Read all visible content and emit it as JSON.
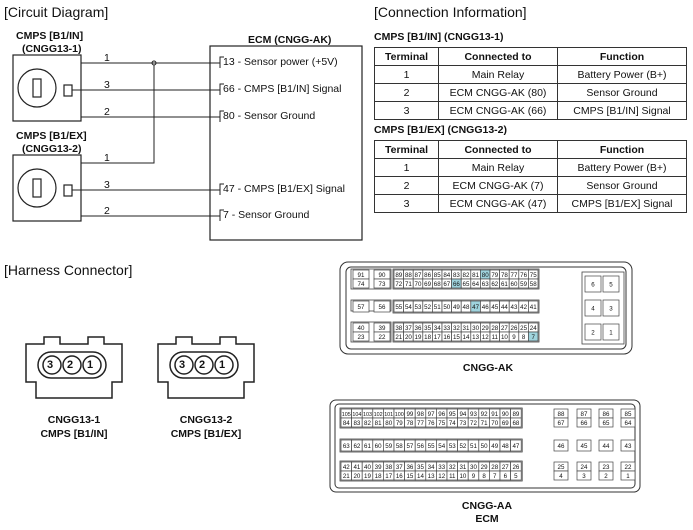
{
  "headings": {
    "circuit": "[Circuit Diagram]",
    "connection": "[Connection Information]",
    "harness": "[Harness Connector]"
  },
  "circuit": {
    "sensor1_name": "CMPS [B1/IN]",
    "sensor1_code": "(CNGG13-1)",
    "sensor2_name": "CMPS [B1/EX]",
    "sensor2_code": "(CNGG13-2)",
    "ecm_title": "ECM (CNGG-AK)",
    "s1_pins": [
      "1",
      "3",
      "2"
    ],
    "s2_pins": [
      "1",
      "3",
      "2"
    ],
    "ecm_signals": [
      "13 - Sensor power (+5V)",
      "66 - CMPS [B1/IN] Signal",
      "80 - Sensor Ground",
      "47 - CMPS [B1/EX] Signal",
      "7 - Sensor Ground"
    ]
  },
  "tables": [
    {
      "title": "CMPS [B1/IN] (CNGG13-1)",
      "headers": [
        "Terminal",
        "Connected to",
        "Function"
      ],
      "rows": [
        [
          "1",
          "Main Relay",
          "Battery Power (B+)"
        ],
        [
          "2",
          "ECM CNGG-AK (80)",
          "Sensor Ground"
        ],
        [
          "3",
          "ECM CNGG-AK (66)",
          "CMPS [B1/IN] Signal"
        ]
      ]
    },
    {
      "title": "CMPS [B1/EX] (CNGG13-2)",
      "headers": [
        "Terminal",
        "Connected to",
        "Function"
      ],
      "rows": [
        [
          "1",
          "Main Relay",
          "Battery Power (B+)"
        ],
        [
          "2",
          "ECM CNGG-AK (7)",
          "Sensor Ground"
        ],
        [
          "3",
          "ECM CNGG-AK (47)",
          "CMPS [B1/EX] Signal"
        ]
      ]
    }
  ],
  "harness": {
    "conn1_pins": [
      "3",
      "2",
      "1"
    ],
    "conn1_code": "CNGG13-1",
    "conn1_name": "CMPS [B1/IN]",
    "conn2_pins": [
      "3",
      "2",
      "1"
    ],
    "conn2_code": "CNGG13-2",
    "conn2_name": "CMPS [B1/EX]",
    "ak": {
      "caption": "CNGG-AK",
      "highlight_color": "#9fd3dd",
      "highlighted": [
        "80",
        "66",
        "47",
        "7"
      ],
      "rows": [
        [
          [
            "91",
            "74"
          ],
          [
            "90",
            "73"
          ]
        ],
        [
          [
            "57"
          ],
          [
            "56"
          ]
        ],
        [
          [
            "40",
            "23"
          ],
          [
            "39",
            "22"
          ]
        ]
      ],
      "row1_top": [
        "89",
        "88",
        "87",
        "86",
        "85",
        "84",
        "83",
        "82",
        "81",
        "80",
        "79",
        "78",
        "77",
        "76",
        "75"
      ],
      "row1_bot": [
        "72",
        "71",
        "70",
        "69",
        "68",
        "67",
        "66",
        "65",
        "64",
        "63",
        "62",
        "61",
        "60",
        "59",
        "58"
      ],
      "row2": [
        "55",
        "54",
        "53",
        "52",
        "51",
        "50",
        "49",
        "48",
        "47",
        "46",
        "45",
        "44",
        "43",
        "42",
        "41"
      ],
      "row3_top": [
        "38",
        "37",
        "36",
        "35",
        "34",
        "33",
        "32",
        "31",
        "30",
        "29",
        "28",
        "27",
        "26",
        "25",
        "24"
      ],
      "row3_bot": [
        "21",
        "20",
        "19",
        "18",
        "17",
        "16",
        "15",
        "14",
        "13",
        "12",
        "11",
        "10",
        "9",
        "8",
        "7"
      ],
      "right": [
        [
          "6",
          "5"
        ],
        [
          "4",
          "3"
        ],
        [
          "2",
          "1"
        ]
      ]
    },
    "aa": {
      "caption": "CNGG-AA",
      "subcaption": "ECM",
      "r1_top": [
        "105",
        "104",
        "103",
        "102",
        "101",
        "100",
        "99",
        "98",
        "97",
        "96",
        "95",
        "94",
        "93",
        "92",
        "91",
        "90",
        "89"
      ],
      "r1_bot": [
        "84",
        "83",
        "82",
        "81",
        "80",
        "79",
        "78",
        "77",
        "76",
        "75",
        "74",
        "73",
        "72",
        "71",
        "70",
        "69",
        "68"
      ],
      "r1_side_top": [
        "88",
        "87",
        "86",
        "85"
      ],
      "r1_side_bot": [
        "67",
        "66",
        "65",
        "64"
      ],
      "r2": [
        "63",
        "62",
        "61",
        "60",
        "59",
        "58",
        "57",
        "56",
        "55",
        "54",
        "53",
        "52",
        "51",
        "50",
        "49",
        "48",
        "47"
      ],
      "r2_side": [
        "46",
        "45",
        "44",
        "43"
      ],
      "r3_top": [
        "42",
        "41",
        "40",
        "39",
        "38",
        "37",
        "36",
        "35",
        "34",
        "33",
        "32",
        "31",
        "30",
        "29",
        "28",
        "27",
        "26"
      ],
      "r3_bot": [
        "21",
        "20",
        "19",
        "18",
        "17",
        "16",
        "15",
        "14",
        "13",
        "12",
        "11",
        "10",
        "9",
        "8",
        "7",
        "6",
        "5"
      ],
      "r3_side_top": [
        "25",
        "24",
        "23",
        "22"
      ],
      "r3_side_bot": [
        "4",
        "3",
        "2",
        "1"
      ]
    }
  }
}
